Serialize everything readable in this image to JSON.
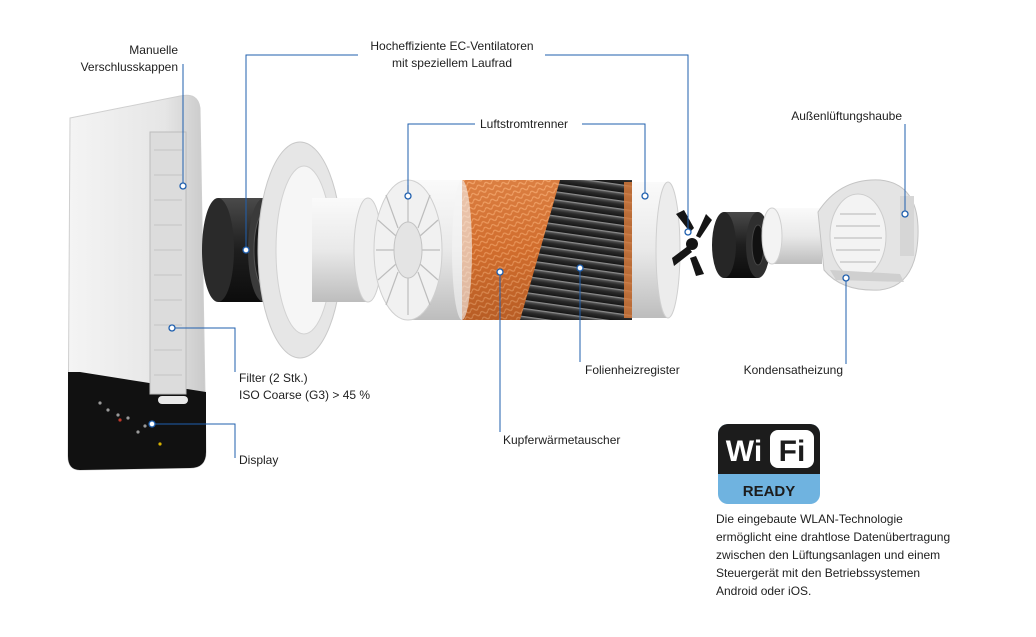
{
  "labels": {
    "caps": [
      "Manuelle",
      "Verschlusskappen"
    ],
    "fans": [
      "Hocheffiziente EC-Ventilatoren",
      "mit speziellem Laufrad"
    ],
    "separator": "Luftstromtrenner",
    "hood": "Außenlüftungshaube",
    "filter": [
      "Filter (2 Stk.)",
      "ISO Coarse (G3) > 45 %"
    ],
    "display": "Display",
    "heater": "Folienheizregister",
    "condensate": "Kondensatheizung",
    "exchanger": "Kupferwärmetauscher"
  },
  "wifi": {
    "logo_wi": "Wi",
    "logo_fi": "Fi",
    "logo_ready": "READY",
    "description": [
      "Die eingebaute WLAN-Technologie",
      "ermöglicht eine drahtlose Datenübertragung",
      "zwischen den Lüftungsanlagen und einem",
      "Steuergerät mit den Betriebssystemen",
      "Android oder iOS."
    ]
  },
  "colors": {
    "leader": "#1f5fae",
    "copper": "#d77a3a",
    "wifi_blue": "#6fb3e0",
    "dark": "#1c1c1c"
  }
}
